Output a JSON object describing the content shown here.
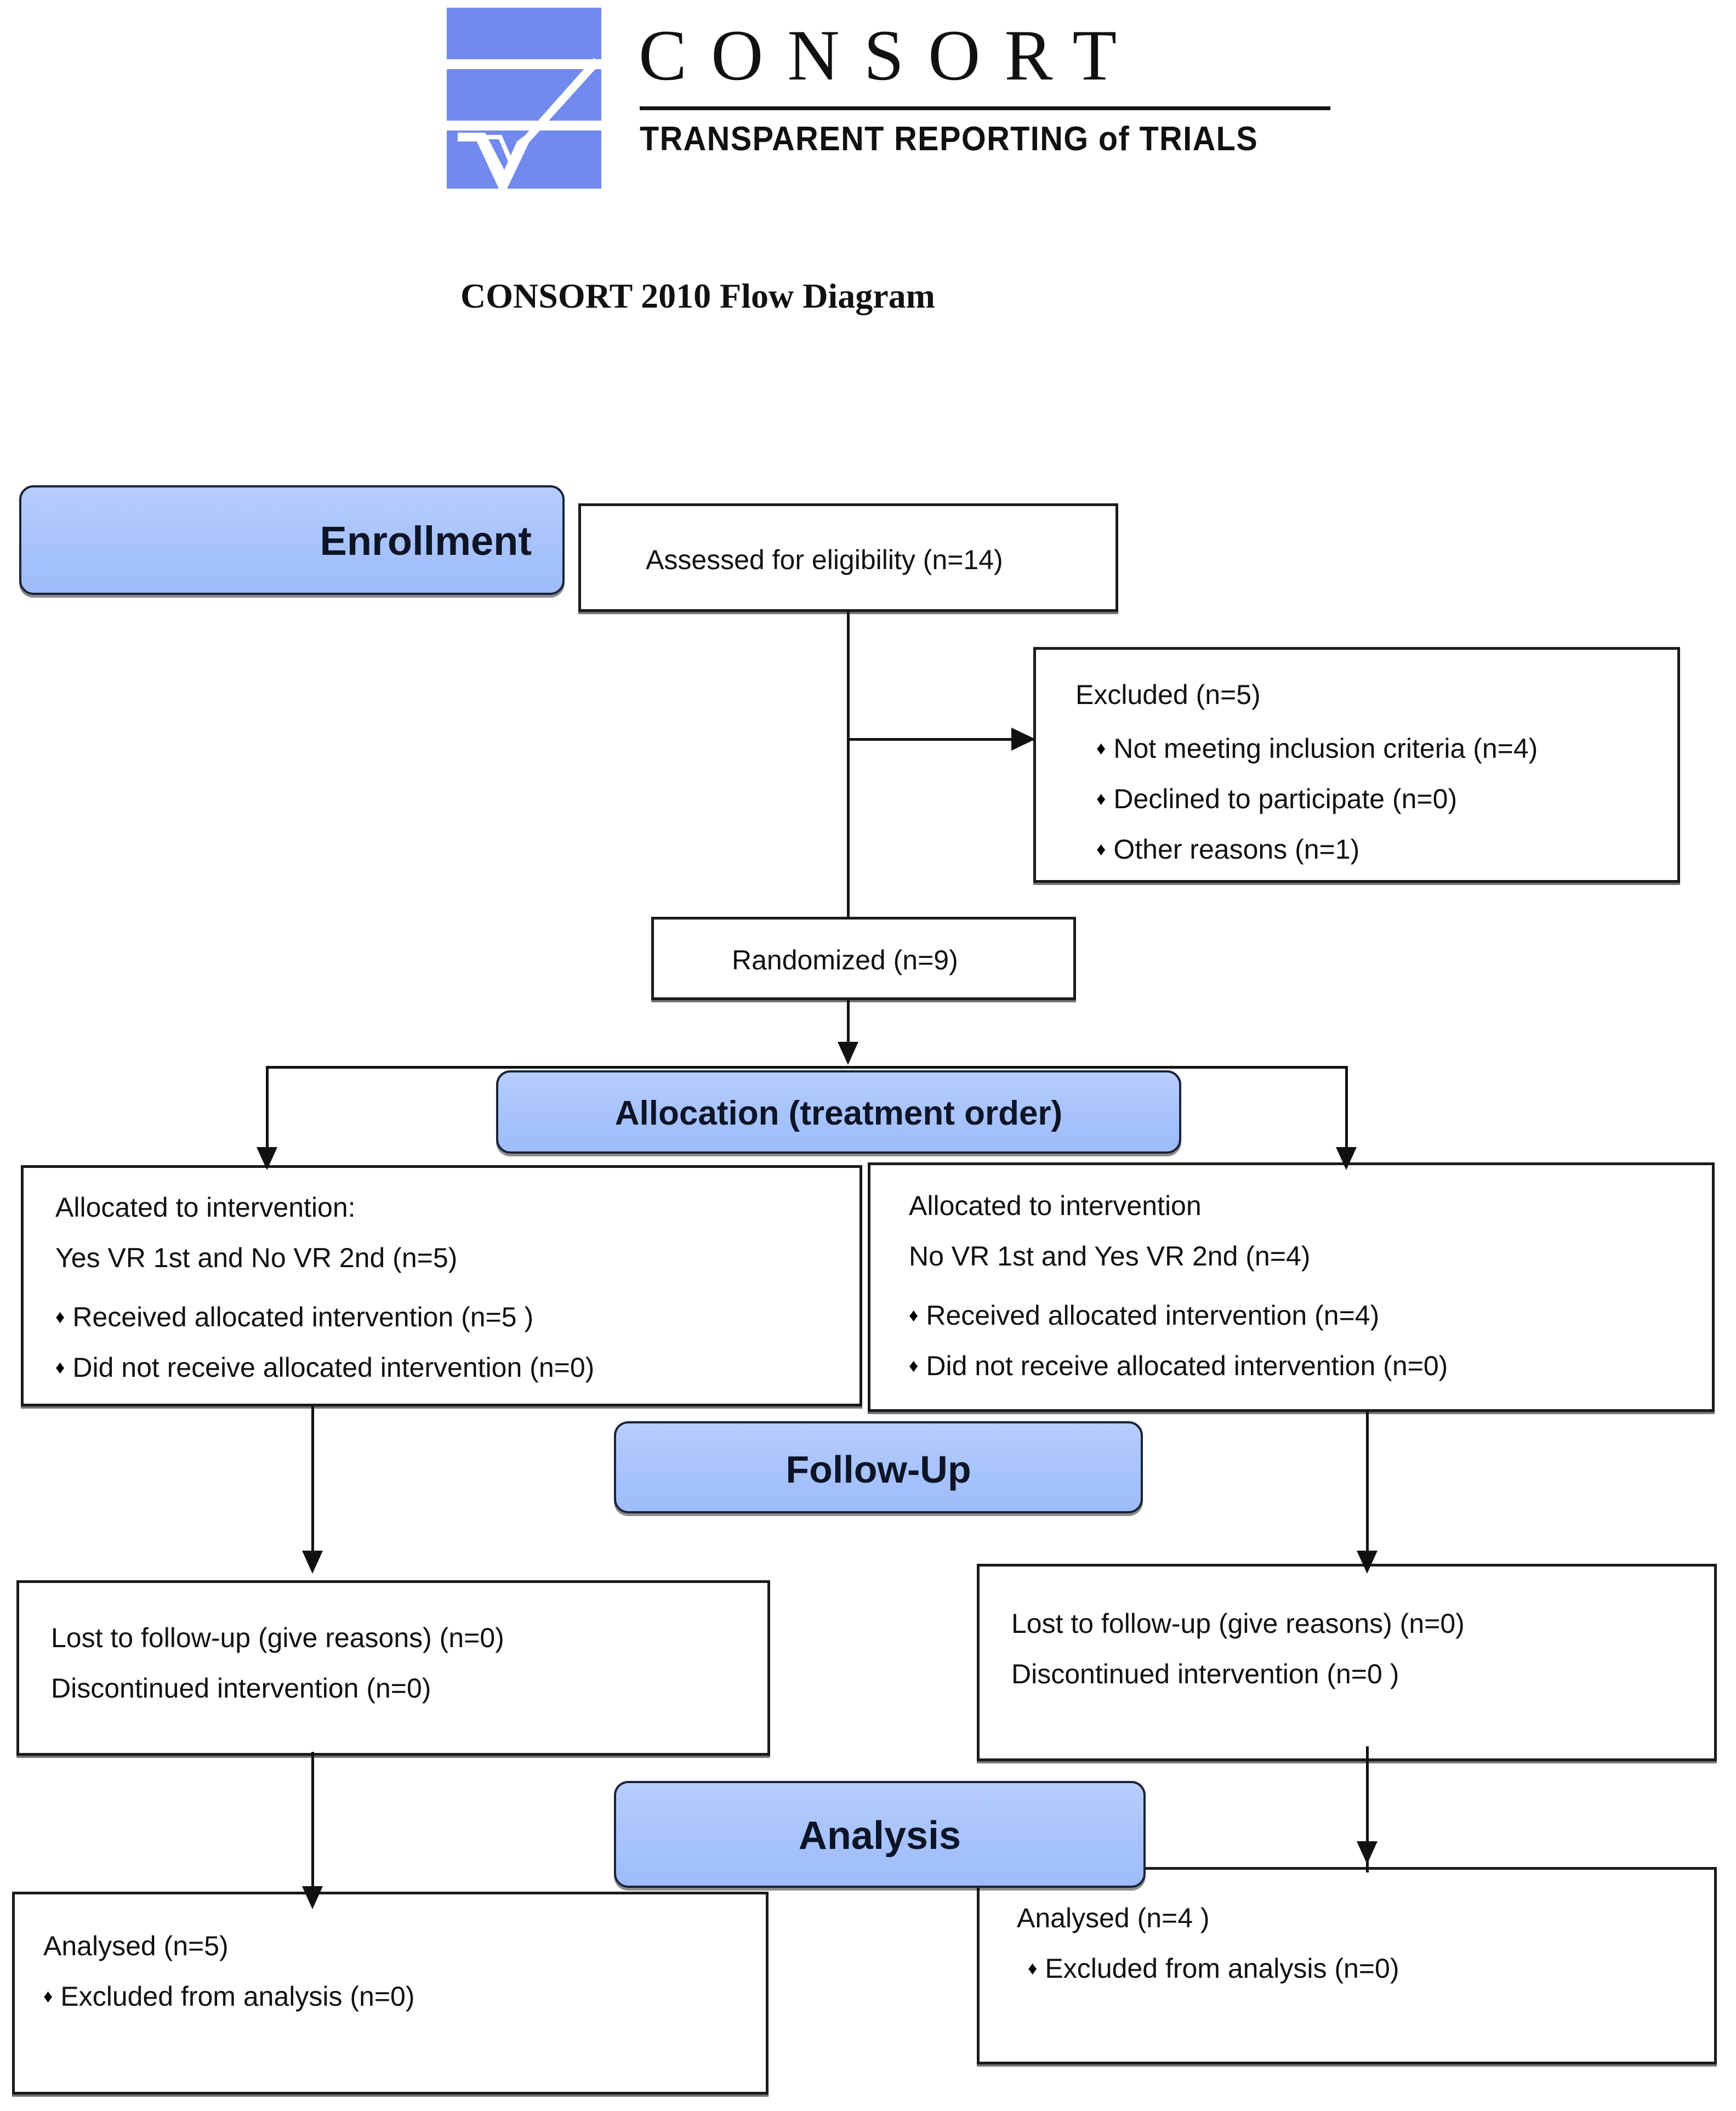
{
  "header": {
    "logo_word": "CONSORT",
    "logo_tagline": "TRANSPARENT REPORTING of TRIALS",
    "logo_icon": "consort-checkmark-logo",
    "diagram_title": "CONSORT 2010 Flow Diagram"
  },
  "colors": {
    "band_blue": "#A8C6FD",
    "logo_blue": "#7289EE",
    "line_black": "#111111",
    "box_white": "#FFFFFF"
  },
  "stages": {
    "enrollment": "Enrollment",
    "allocation": "Allocation (treatment order)",
    "followup": "Follow-Up",
    "analysis": "Analysis"
  },
  "boxes": {
    "assessed": {
      "text": "Assessed for eligibility (n=14)"
    },
    "excluded": {
      "heading": "Excluded (n=5)",
      "items": [
        "Not meeting inclusion criteria (n=4)",
        "Declined to participate (n=0)",
        "Other reasons (n=1)"
      ]
    },
    "randomized": {
      "text": "Randomized (n=9)"
    },
    "alloc_left": {
      "line1": "Allocated to intervention:",
      "line2": "Yes VR 1st and No VR 2nd (n=5)",
      "items": [
        "Received allocated intervention (n=5 )",
        "Did not receive allocated intervention (n=0)"
      ]
    },
    "alloc_right": {
      "line1": "Allocated to intervention",
      "line2": "No VR 1st and Yes VR 2nd (n=4)",
      "items": [
        "Received allocated intervention (n=4)",
        "Did not receive allocated intervention (n=0)"
      ]
    },
    "follow_left": {
      "line1": "Lost to follow-up (give reasons) (n=0)",
      "line2": "Discontinued intervention (n=0)"
    },
    "follow_right": {
      "line1": "Lost to follow-up (give reasons) (n=0)",
      "line2": "Discontinued intervention (n=0 )"
    },
    "analysis_left": {
      "line1": "Analysed (n=5)",
      "items": [
        "Excluded from analysis (n=0)"
      ]
    },
    "analysis_right": {
      "line1": "Analysed (n=4 )",
      "items": [
        "Excluded from analysis (n=0)"
      ]
    }
  },
  "bullet_glyph": "♦"
}
